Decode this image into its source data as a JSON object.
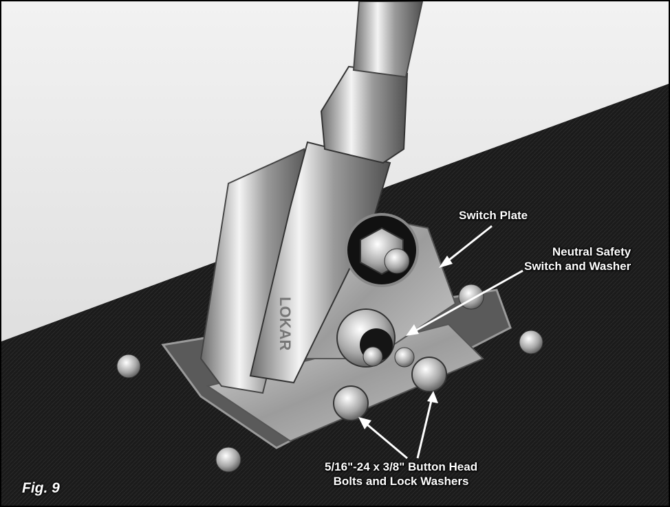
{
  "labels": {
    "switch_plate": "Switch Plate",
    "neutral_safety": [
      "Neutral Safety",
      "Switch and Washer"
    ],
    "bolts": [
      "5/16\"-24 x 3/8\" Button Head",
      "Bolts and Lock Washers"
    ]
  },
  "figure_label": "Fig. 9",
  "lever_text": "LOKAR",
  "colors": {
    "wall": "#e8e8e8",
    "carpet": "#1c1c1c",
    "metal": "#b8b8b8",
    "annotation": "#ffffff"
  }
}
